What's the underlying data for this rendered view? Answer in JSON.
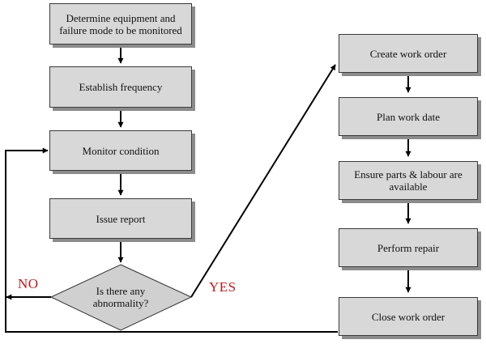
{
  "colors": {
    "box_fill": "#d8d8d8",
    "box_border": "#3a3a3a",
    "box_shadow": "#8c8c8c",
    "arrow": "#000000",
    "branch_label": "#c0181e"
  },
  "steps": {
    "determine": "Determine equipment and failure mode to be monitored",
    "frequency": "Establish frequency",
    "monitor": "Monitor condition",
    "issue_report": "Issue report",
    "decision": "Is there any abnormality?",
    "create_order": "Create work order",
    "plan_date": "Plan work date",
    "ensure_parts": "Ensure parts & labour are available",
    "perform_repair": "Perform repair",
    "close_order": "Close work order"
  },
  "branches": {
    "no": "NO",
    "yes": "YES"
  }
}
